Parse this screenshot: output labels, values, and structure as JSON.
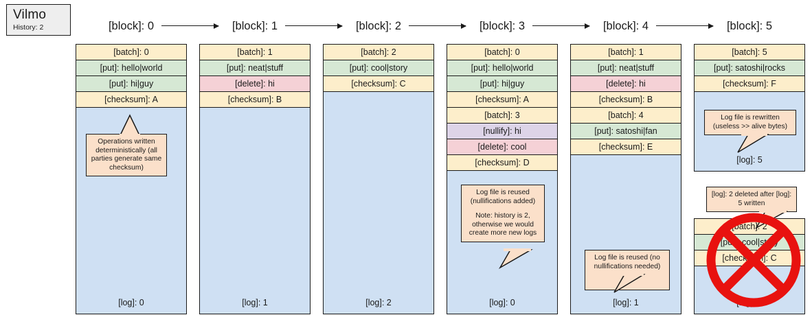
{
  "app": {
    "name": "Vilmo",
    "subtitle": "History: 2"
  },
  "chain": {
    "arrow_icon": "arrow-right-icon",
    "blocks": [
      {
        "header": "[block]: 0"
      },
      {
        "header": "[block]: 1"
      },
      {
        "header": "[block]: 2"
      },
      {
        "header": "[block]: 3"
      },
      {
        "header": "[block]: 4"
      },
      {
        "header": "[block]: 5"
      }
    ]
  },
  "colors": {
    "batch": "#fdeecb",
    "checksum": "#fdeecb",
    "put": "#d6e8d4",
    "delete": "#f5d1d6",
    "nullify": "#ddd4e8",
    "log": "#cfe0f3",
    "callout": "#fbe0ca",
    "cross_out": "#e8120f",
    "title_badge": "#eeeeee",
    "stroke": "#1a1a1a"
  },
  "columns": [
    {
      "id": "block-0",
      "rows": [
        {
          "kind": "batch",
          "text": "[batch]: 0"
        },
        {
          "kind": "put",
          "text": "[put]: hello|world"
        },
        {
          "kind": "put",
          "text": "[put]: hi|guy"
        },
        {
          "kind": "checksum",
          "text": "[checksum]: A"
        }
      ],
      "log_label": "[log]: 0",
      "callout": {
        "paragraphs": [
          "Operations written deterministically (all parties generate same checksum)"
        ]
      }
    },
    {
      "id": "block-1",
      "rows": [
        {
          "kind": "batch",
          "text": "[batch]: 1"
        },
        {
          "kind": "put",
          "text": "[put]: neat|stuff"
        },
        {
          "kind": "delete",
          "text": "[delete]: hi"
        },
        {
          "kind": "checksum",
          "text": "[checksum]: B"
        }
      ],
      "log_label": "[log]: 1",
      "callout": null
    },
    {
      "id": "block-2",
      "rows": [
        {
          "kind": "batch",
          "text": "[batch]: 2"
        },
        {
          "kind": "put",
          "text": "[put]: cool|story"
        },
        {
          "kind": "checksum",
          "text": "[checksum]: C"
        }
      ],
      "log_label": "[log]: 2",
      "callout": null
    },
    {
      "id": "block-3",
      "rows": [
        {
          "kind": "batch",
          "text": "[batch]: 0"
        },
        {
          "kind": "put",
          "text": "[put]: hello|world"
        },
        {
          "kind": "put",
          "text": "[put]: hi|guy"
        },
        {
          "kind": "checksum",
          "text": "[checksum]: A"
        },
        {
          "kind": "batch",
          "text": "[batch]: 3"
        },
        {
          "kind": "nullify",
          "text": "[nullify]: hi"
        },
        {
          "kind": "delete",
          "text": "[delete]: cool"
        },
        {
          "kind": "checksum",
          "text": "[checksum]: D"
        }
      ],
      "log_label": "[log]: 0",
      "callout": {
        "paragraphs": [
          "Log file is reused (nullifications added)",
          "Note: history is 2, otherwise we would create more new logs"
        ]
      }
    },
    {
      "id": "block-4",
      "rows": [
        {
          "kind": "batch",
          "text": "[batch]: 1"
        },
        {
          "kind": "put",
          "text": "[put]: neat|stuff"
        },
        {
          "kind": "delete",
          "text": "[delete]: hi"
        },
        {
          "kind": "checksum",
          "text": "[checksum]: B"
        },
        {
          "kind": "batch",
          "text": "[batch]: 4"
        },
        {
          "kind": "put",
          "text": "[put]: satoshi|fan"
        },
        {
          "kind": "checksum",
          "text": "[checksum]: E"
        }
      ],
      "log_label": "[log]: 1",
      "callout": {
        "paragraphs": [
          "Log file is reused (no nullifications needed)"
        ]
      }
    },
    {
      "id": "block-5",
      "rows": [
        {
          "kind": "batch",
          "text": "[batch]: 5"
        },
        {
          "kind": "put",
          "text": "[put]: satoshi|rocks"
        },
        {
          "kind": "checksum",
          "text": "[checksum]: F"
        }
      ],
      "log_label": "[log]: 5",
      "callout": {
        "paragraphs": [
          "Log file is rewritten (useless >> alive bytes)"
        ]
      }
    }
  ],
  "deleted_block": {
    "id": "deleted-log-2",
    "rows": [
      {
        "kind": "batch",
        "text": "[batch]: 2"
      },
      {
        "kind": "put",
        "text": "[put]: cool|story"
      },
      {
        "kind": "checksum",
        "text": "[checksum]: C"
      }
    ],
    "log_label": "[log]: 2",
    "callout": {
      "paragraphs": [
        "[log]: 2 deleted after [log]: 5 written"
      ]
    },
    "cross_out_icon": "no-entry-cross-icon"
  }
}
